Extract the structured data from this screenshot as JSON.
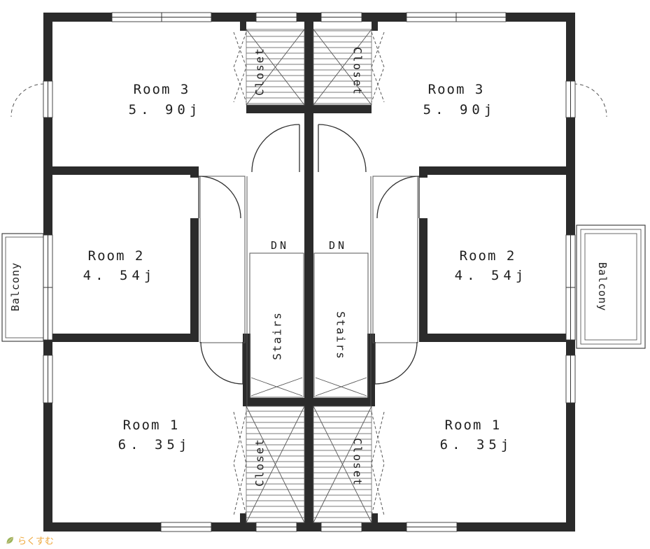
{
  "floorplan": {
    "rooms": [
      {
        "position": "upper-left",
        "name": "Room 3",
        "area": "5. 90j"
      },
      {
        "position": "upper-right",
        "name": "Room 3",
        "area": "5. 90j"
      },
      {
        "position": "middle-left",
        "name": "Room 2",
        "area": "4. 54j"
      },
      {
        "position": "middle-right",
        "name": "Room 2",
        "area": "4. 54j"
      },
      {
        "position": "lower-left",
        "name": "Room 1",
        "area": "6. 35j"
      },
      {
        "position": "lower-right",
        "name": "Room 1",
        "area": "6. 35j"
      }
    ],
    "labels": {
      "closet": "Closet",
      "stairs": "Stairs",
      "down": "DN",
      "balcony": "Balcony"
    }
  },
  "watermark": {
    "text": "らくすむ",
    "color": "#efa83d"
  },
  "colors": {
    "wall": "#2b2b2b",
    "background": "#ffffff"
  }
}
